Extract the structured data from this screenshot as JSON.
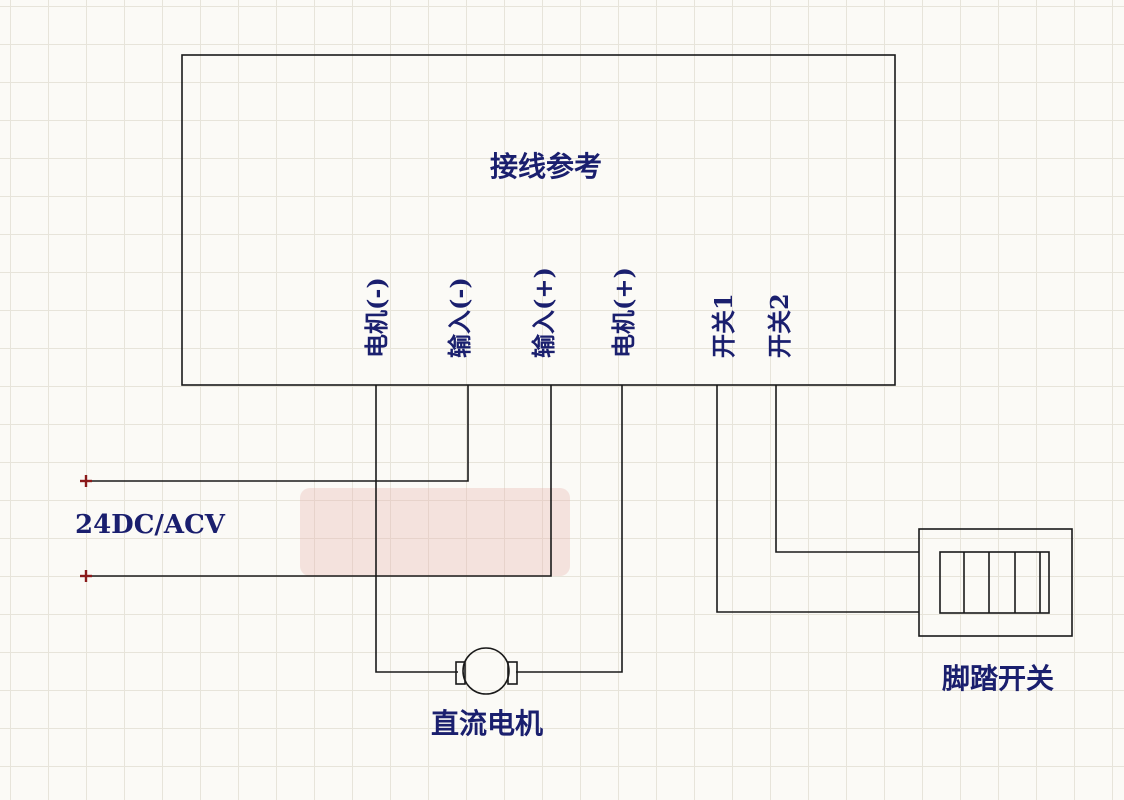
{
  "diagram": {
    "title": "接线参考",
    "pins": {
      "motor_neg": "电机(-)",
      "input_neg": "输入(-)",
      "input_pos": "输入(+)",
      "motor_pos": "电机(+)",
      "switch_1": "开关1",
      "switch_2": "开关2"
    },
    "supply_label": "24DC/ACV",
    "motor_label": "直流电机",
    "foot_switch_label": "脚踏开关"
  },
  "colors": {
    "text": "#1a1f6e",
    "wire": "#1a1a1a",
    "terminal_plus": "#8a1a1a",
    "grid": "#e7e4da",
    "background": "#fbfaf6"
  }
}
